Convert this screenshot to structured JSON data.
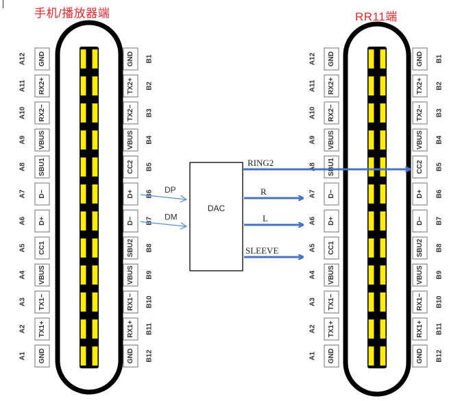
{
  "titles": {
    "left": "手机/播放器端",
    "right": "RR11端",
    "color": "#e8262b"
  },
  "connector_pins": {
    "a_side": [
      {
        "num": "A12",
        "signal": "GND"
      },
      {
        "num": "A11",
        "signal": "RX2+"
      },
      {
        "num": "A10",
        "signal": "RX2−"
      },
      {
        "num": "A9",
        "signal": "VBUS"
      },
      {
        "num": "A8",
        "signal": "SBU1"
      },
      {
        "num": "A7",
        "signal": "D−"
      },
      {
        "num": "A6",
        "signal": "D+"
      },
      {
        "num": "A5",
        "signal": "CC1"
      },
      {
        "num": "A4",
        "signal": "VBUS"
      },
      {
        "num": "A3",
        "signal": "TX1−"
      },
      {
        "num": "A2",
        "signal": "TX1+"
      },
      {
        "num": "A1",
        "signal": "GND"
      }
    ],
    "b_side": [
      {
        "num": "B1",
        "signal": "GND"
      },
      {
        "num": "B2",
        "signal": "TX2+"
      },
      {
        "num": "B3",
        "signal": "TX2−"
      },
      {
        "num": "B4",
        "signal": "VBUS"
      },
      {
        "num": "B5",
        "signal": "CC2"
      },
      {
        "num": "B6",
        "signal": "D+"
      },
      {
        "num": "B7",
        "signal": "D−"
      },
      {
        "num": "B8",
        "signal": "SBU2"
      },
      {
        "num": "B9",
        "signal": "VBUS"
      },
      {
        "num": "B10",
        "signal": "RX1−"
      },
      {
        "num": "B11",
        "signal": "RX1+"
      },
      {
        "num": "B12",
        "signal": "GND"
      }
    ]
  },
  "dac": {
    "label": "DAC",
    "inputs": [
      {
        "label": "DP",
        "from": "B6"
      },
      {
        "label": "DM",
        "from": "B7"
      }
    ],
    "outputs": [
      {
        "label": "RING2",
        "to": "B5 (CC2)"
      },
      {
        "label": "R",
        "to": "A7"
      },
      {
        "label": "L",
        "to": "A6"
      },
      {
        "label": "SLEEVE",
        "to": "A5"
      }
    ]
  },
  "colors": {
    "wire": "#4472c4",
    "thin_wire": "#5b8bd6",
    "contact": "#ffee00",
    "outline": "#000000",
    "pinbox_border": "#888888"
  }
}
